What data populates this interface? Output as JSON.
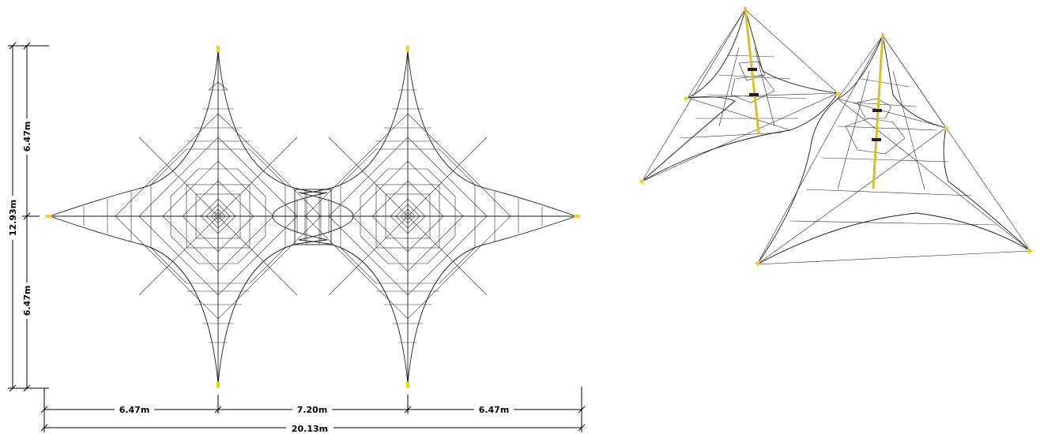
{
  "dimensions": {
    "total_height": "12.93m",
    "upper_half_height": "6.47m",
    "lower_half_height": "6.47m",
    "left_arm_width": "6.47m",
    "center_width": "7.20m",
    "right_arm_width": "6.47m",
    "total_width": "20.13m"
  },
  "colors": {
    "net_line": "#1a1a1a",
    "anchor_yellow": "#f2d21b",
    "pole_yellow": "#d8c02a",
    "dimension_line": "#000000"
  }
}
